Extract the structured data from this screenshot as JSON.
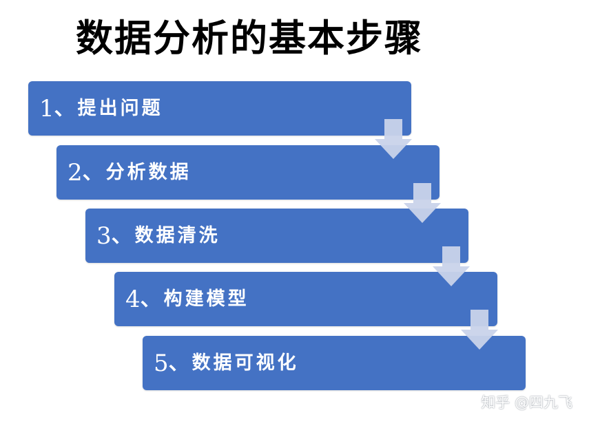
{
  "title": "数据分析的基本步骤",
  "steps": [
    {
      "number": "1",
      "separator": "、",
      "label": "提出问题"
    },
    {
      "number": "2",
      "separator": "、",
      "label": "分析数据"
    },
    {
      "number": "3",
      "separator": "、",
      "label": "数据清洗"
    },
    {
      "number": "4",
      "separator": "、",
      "label": "构建模型"
    },
    {
      "number": "5",
      "separator": "、",
      "label": "数据可视化"
    }
  ],
  "watermark": "知乎 @四九飞",
  "colors": {
    "box": "#4472c4",
    "arrow": "#c9d3ea",
    "text": "#ffffff",
    "title": "#000000"
  },
  "icons": {
    "arrow": "down-arrow-icon"
  }
}
